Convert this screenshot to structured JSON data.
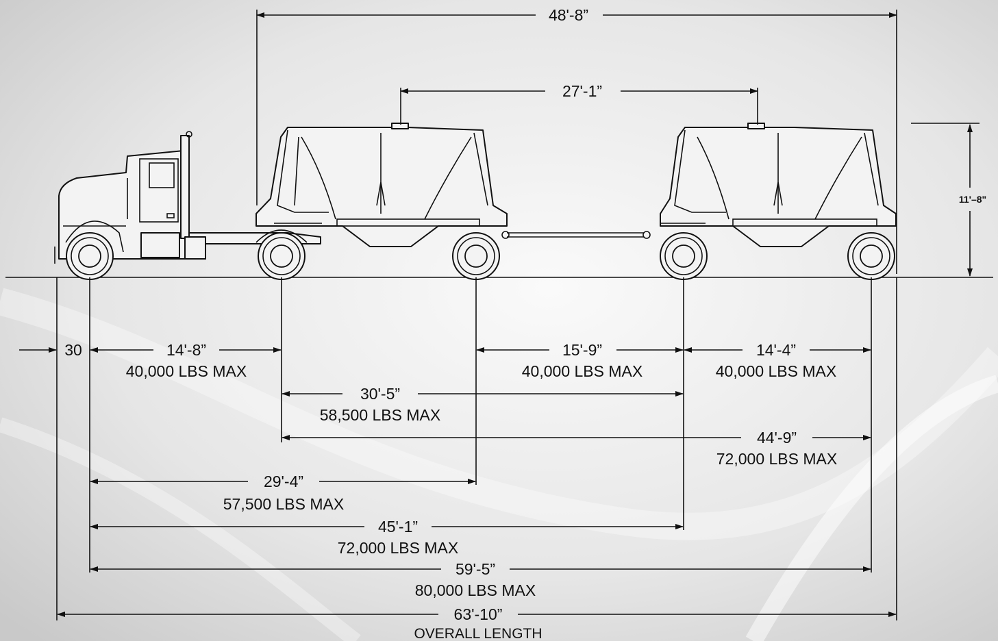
{
  "dimensions": {
    "top_length": "48'-8”",
    "hatch_spacing": "27'-1”",
    "height": "11'–8\"",
    "front_overhang": "30",
    "steer_to_drive": "14'-8”",
    "steer_to_drive_weight": "40,000 LBS MAX",
    "trailer1_to_dolly": "15'-9”",
    "trailer1_to_dolly_weight": "40,000 LBS MAX",
    "dolly_to_trailer2": "14'-4”",
    "dolly_to_trailer2_weight": "40,000 LBS MAX",
    "drive_to_dolly": "30'-5”",
    "drive_to_dolly_weight": "58,500 LBS MAX",
    "drive_to_rear": "44'-9”",
    "drive_to_rear_weight": "72,000 LBS MAX",
    "steer_to_trailer1": "29'-4”",
    "steer_to_trailer1_weight": "57,500 LBS MAX",
    "steer_to_dolly": "45'-1”",
    "steer_to_dolly_weight": "72,000 LBS MAX",
    "steer_to_rear": "59'-5”",
    "steer_to_rear_weight": "80,000 LBS MAX",
    "overall": "63'-10”",
    "overall_caption": "OVERALL LENGTH"
  },
  "colors": {
    "line": "#111111",
    "background": "#e9e9e9"
  },
  "icons": [
    "tractor-truck-icon",
    "pneumatic-tank-trailer-icon",
    "converter-dolly-icon"
  ]
}
